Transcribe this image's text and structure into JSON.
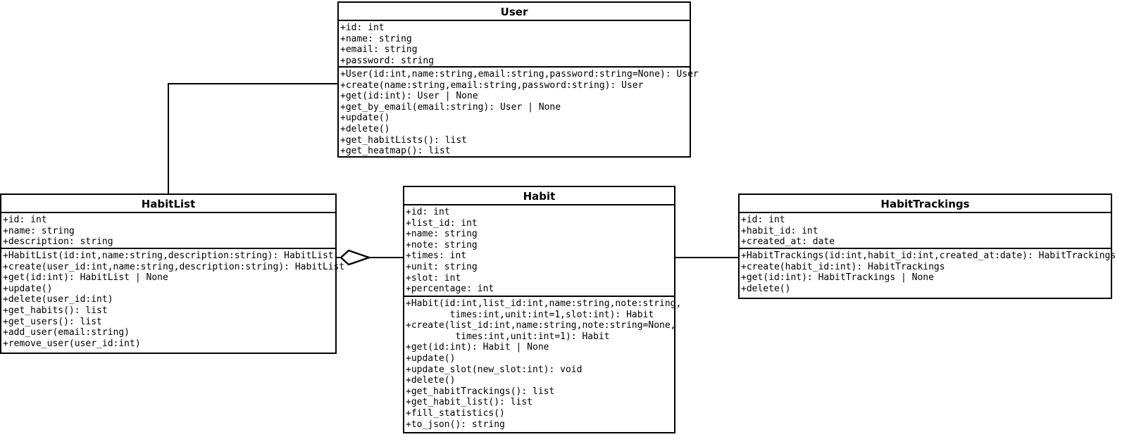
{
  "diagram": {
    "type": "uml-class-diagram",
    "title": "Habit tracker domain model"
  },
  "classes": {
    "user": {
      "name": "User",
      "attributes": [
        "+id: int",
        "+name: string",
        "+email: string",
        "+password: string"
      ],
      "methods": [
        "+User(id:int,name:string,email:string,password:string=None): User",
        "+create(name:string,email:string,password:string): User",
        "+get(id:int): User | None",
        "+get_by_email(email:string): User | None",
        "+update()",
        "+delete()",
        "+get_habitLists(): list",
        "+get_heatmap(): list"
      ]
    },
    "habitlist": {
      "name": "HabitList",
      "attributes": [
        "+id: int",
        "+name: string",
        "+description: string"
      ],
      "methods": [
        "+HabitList(id:int,name:string,description:string): HabitList",
        "+create(user_id:int,name:string,description:string): HabitList",
        "+get(id:int): HabitList | None",
        "+update()",
        "+delete(user_id:int)",
        "+get_habits(): list",
        "+get_users(): list",
        "+add_user(email:string)",
        "+remove_user(user_id:int)"
      ]
    },
    "habit": {
      "name": "Habit",
      "attributes": [
        "+id: int",
        "+list_id: int",
        "+name: string",
        "+note: string",
        "+times: int",
        "+unit: string",
        "+slot: int",
        "+percentage: int"
      ],
      "methods": [
        "+Habit(id:int,list_id:int,name:string,note:string,",
        "        times:int,unit:int=1,slot:int): Habit",
        "+create(list_id:int,name:string,note:string=None,",
        "         times:int,unit:int=1): Habit",
        "+get(id:int): Habit | None",
        "+update()",
        "+update_slot(new_slot:int): void",
        "+delete()",
        "+get_habitTrackings(): list",
        "+get_habit_list(): list",
        "+fill_statistics()",
        "+to_json(): string"
      ]
    },
    "habittrackings": {
      "name": "HabitTrackings",
      "attributes": [
        "+id: int",
        "+habit_id: int",
        "+created_at: date"
      ],
      "methods": [
        "+HabitTrackings(id:int,habit_id:int,created_at:date): HabitTrackings",
        "+create(habit_id:int): HabitTrackings",
        "+get(id:int): HabitTrackings | None",
        "+delete()"
      ]
    }
  },
  "relationships": [
    {
      "name": "user-habitlist-association",
      "from": "User",
      "to": "HabitList",
      "kind": "association"
    },
    {
      "name": "habitlist-habit-aggregation",
      "from": "HabitList",
      "to": "Habit",
      "kind": "aggregation"
    },
    {
      "name": "habit-habittrackings-association",
      "from": "Habit",
      "to": "HabitTrackings",
      "kind": "association"
    }
  ],
  "colors": {
    "stroke": "#000000",
    "fill": "#ffffff",
    "text": "#000000"
  }
}
